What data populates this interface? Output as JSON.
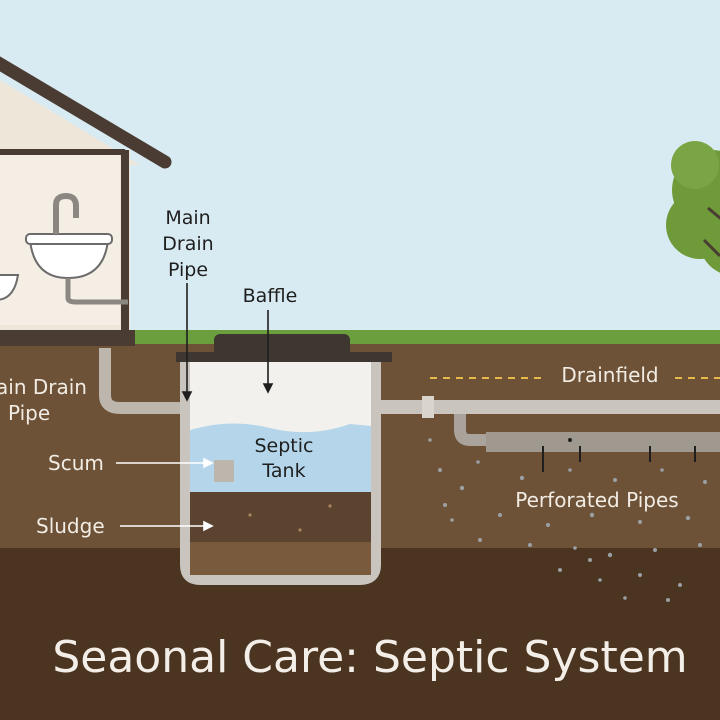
{
  "labels": {
    "main_drain_pipe_top": [
      "Main",
      "Drain",
      "Pipe"
    ],
    "main_drain_pipe_left": [
      "ain Drain",
      "Pipe"
    ],
    "baffle": "Baffle",
    "scum": "Scum",
    "sludge": "Sludge",
    "septic_tank": [
      "Septic",
      "Tank"
    ],
    "drainfield": "Drainfield",
    "perforated_pipes": "Perforated Pipes"
  },
  "title": "Seaonal Care: Septic System",
  "colors": {
    "sky": "#d9ebf2",
    "house_wall": "#efe6da",
    "roof": "#4a3c33",
    "grass": "#6b9e3d",
    "soil_upper": "#6e5237",
    "soil_lower": "#4b3420",
    "water": "#b5d6ea",
    "pipe": "#bdb6ad",
    "tank_wall": "#c9c4bd",
    "tree": "#6f9a3a"
  },
  "icons": [
    "sink-icon",
    "faucet-icon",
    "tree-icon",
    "house-icon"
  ]
}
